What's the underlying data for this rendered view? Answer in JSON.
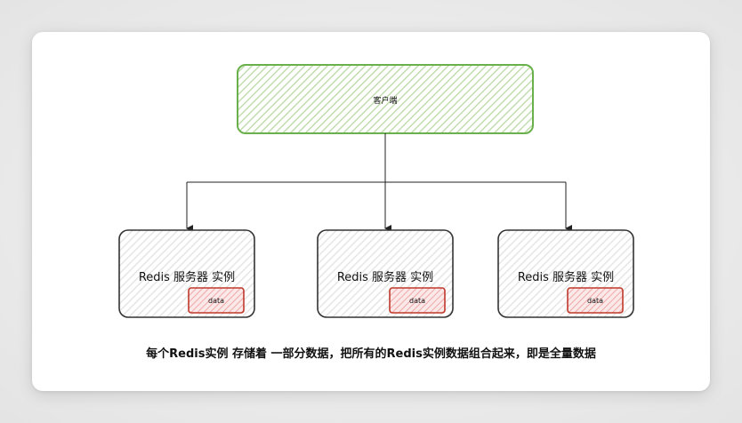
{
  "diagram": {
    "client": {
      "label": "客户端",
      "fill": "#d7ebc7",
      "stroke": "#6ab04c"
    },
    "servers": [
      {
        "label": "Redis 服务器 实例",
        "data_label": "data"
      },
      {
        "label": "Redis 服务器 实例",
        "data_label": "data"
      },
      {
        "label": "Redis 服务器 实例",
        "data_label": "data"
      }
    ],
    "server_style": {
      "fill": "#f3f3f3",
      "stroke": "#333333"
    },
    "data_style": {
      "fill": "#f7cfcf",
      "stroke": "#c0392b"
    },
    "caption": "每个Redis实例 存储着 一部分数据，把所有的Redis实例数据组合起来，即是全量数据"
  }
}
